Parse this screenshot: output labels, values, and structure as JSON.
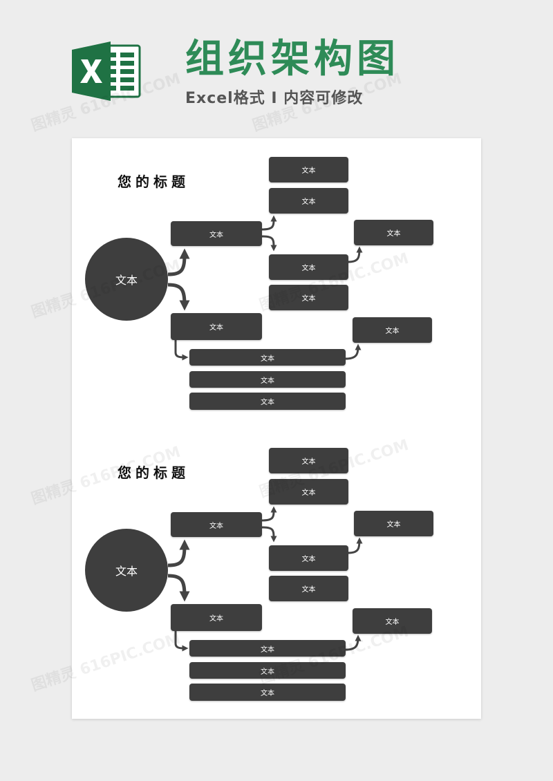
{
  "header": {
    "title": "组织架构图",
    "subtitle": "Excel格式 I 内容可修改",
    "icon": "excel-icon",
    "accent_color": "#2e8b57",
    "excel_green": "#1f7244"
  },
  "watermark": "图精灵 616PIC.COM",
  "charts": [
    {
      "title": "您的标题",
      "root": "文本",
      "nodes": {
        "a1": "文本",
        "a2": "文本",
        "a3": "文本",
        "a4": "文本",
        "a5": "文本",
        "a6": "文本",
        "a7": "文本",
        "a8": "文本",
        "b1": "文本",
        "b2": "文本",
        "b3": "文本"
      }
    },
    {
      "title": "您的标题",
      "root": "文本",
      "nodes": {
        "a1": "文本",
        "a2": "文本",
        "a3": "文本",
        "a4": "文本",
        "a5": "文本",
        "a6": "文本",
        "a7": "文本",
        "a8": "文本",
        "b1": "文本",
        "b2": "文本",
        "b3": "文本"
      }
    }
  ],
  "colors": {
    "node": "#3e3e3e",
    "node_text": "#ffffff",
    "paper": "#ffffff",
    "background": "#ededed"
  }
}
